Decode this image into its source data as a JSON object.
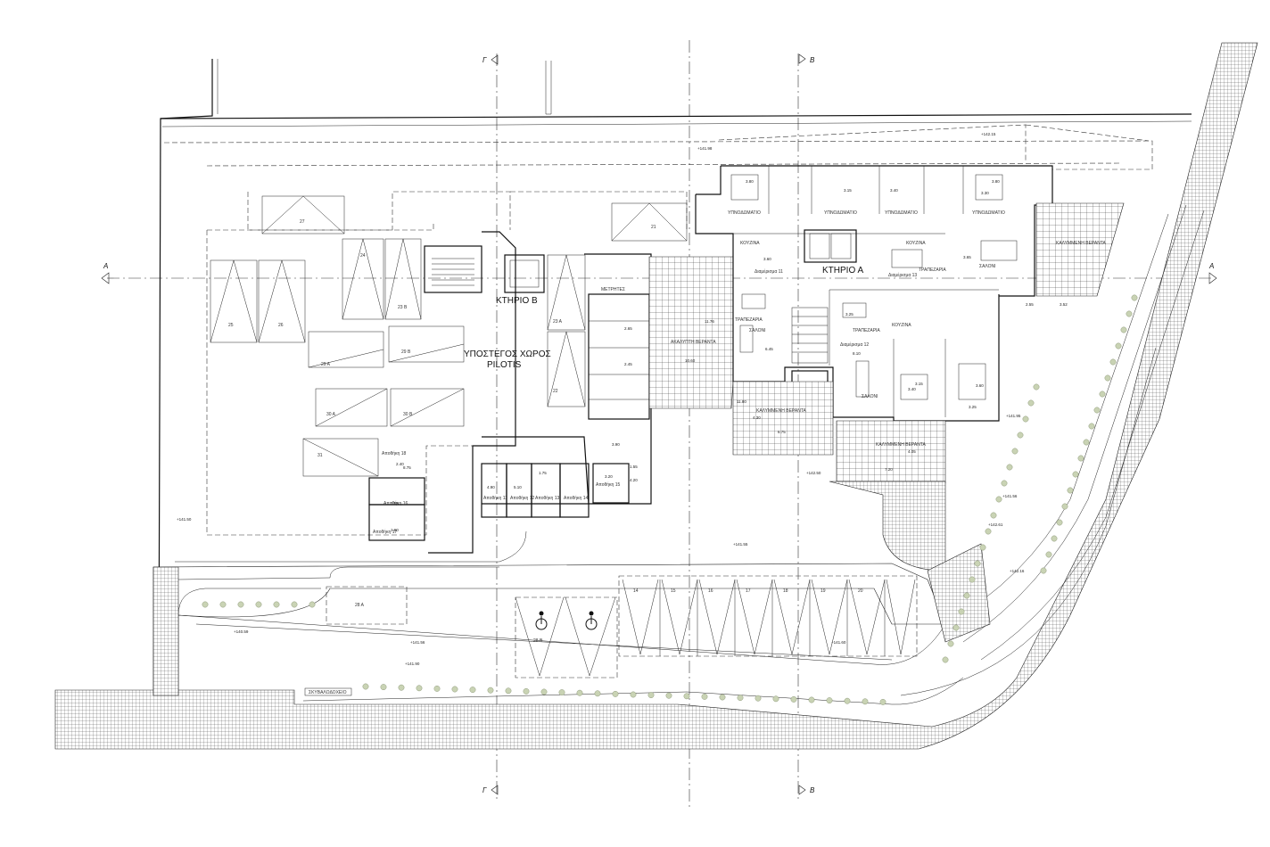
{
  "building_labels": {
    "building_b": "ΚΤΗΡΙΟ Β",
    "building_a": "ΚΤΗΡΙΟ Α",
    "pilotis_1": "ΥΠΟΣΤΕΓΟΣ ΧΩΡΟΣ",
    "pilotis_2": "PILOTIS"
  },
  "section_marks": {
    "a_left": "A",
    "a_right": "A",
    "g_top": "Γ",
    "g_bottom": "Γ",
    "b_top": "B",
    "b_bottom": "B"
  },
  "room_labels": {
    "kitchen_1": "ΚΟΥΖΙΝΑ",
    "kitchen_2": "ΚΟΥΖΙΝΑ",
    "kitchen_3": "ΚΟΥΖΙΝΑ",
    "dining_1": "ΤΡΑΠΕΖΑΡΙΑ",
    "dining_2": "ΤΡΑΠΕΖΑΡΙΑ",
    "dining_3": "ΤΡΑΠΕΖΑΡΙΑ",
    "living_1": "ΣΑΛΟΝΙ",
    "living_2": "ΣΑΛΟΝΙ",
    "living_3": "ΣΑΛΟΝΙ",
    "bedroom_1": "ΥΠΝΟΔΩΜΑΤΙΟ",
    "bedroom_2": "ΥΠΝΟΔΩΜΑΤΙΟ",
    "bedroom_3": "ΥΠΝΟΔΩΜΑΤΙΟ",
    "bedroom_4": "ΥΠΝΟΔΩΜΑΤΙΟ",
    "flat_11": "Διαμέρισμα 11",
    "flat_12": "Διαμέρισμα 12",
    "flat_13": "Διαμέρισμα 13",
    "veranda_1": "ΚΑΛΥΜΜΕΝΗ ΒΕΡΑΝΤΑ",
    "veranda_2": "ΚΑΛΥΜΜΕΝΗ ΒΕΡΑΝΤΑ",
    "veranda_3": "ΚΑΛΥΜΜΕΝΗ ΒΕΡΑΝΤΑ",
    "uncovered_veranda": "ΑΚΑΛΥΠΤΗ ΒΕΡΑΝΤΑ",
    "meters": "ΜΕΤΡΗΤΕΣ",
    "transformer": "ΣΚΥΒΑΛΟΔΟΧΕΙΟ"
  },
  "parking_spaces": [
    "14",
    "15",
    "16",
    "17",
    "18",
    "19",
    "20",
    "21",
    "22",
    "23 Α",
    "23 Β",
    "24",
    "25",
    "26",
    "27",
    "28 Α",
    "28 Β",
    "29 Α",
    "29 Β",
    "30 Α",
    "30 Β",
    "31"
  ],
  "storage_units": [
    "Αποθήκη 11",
    "Αποθήκη 12",
    "Αποθήκη 13",
    "Αποθήκη 14",
    "Αποθήκη 15",
    "Αποθήκη 16",
    "Αποθήκη 17",
    "Αποθήκη 18"
  ],
  "dimensions": [
    "3.80",
    "3.15",
    "3.40",
    "3.80",
    "3.30",
    "3.65",
    "4.43",
    "6.45",
    "2.55",
    "3.52",
    "3.60",
    "6.45",
    "3.25",
    "8.10",
    "3.15",
    "3.40",
    "3.60",
    "3.25",
    "4.30",
    "6.75",
    "7.20",
    "4.05",
    "2.65",
    "2.45",
    "3.20",
    "5.10",
    "4.90",
    "4.20",
    "1.55",
    "1.60",
    "3.90",
    "1.75",
    "1.55",
    "2.40",
    "8.75",
    "11.76",
    "10.60",
    "11.80"
  ],
  "levels": [
    "+142.15",
    "+141.90",
    "+141.56",
    "+140.59",
    "+141.95",
    "+142.50",
    "+141.98",
    "+142.16",
    "+141.56",
    "+142.61",
    "+141.55",
    "+141.60",
    "+141.50"
  ],
  "colors": {
    "line": "#111111",
    "tree_fill": "#c9d3b4",
    "background": "#ffffff"
  }
}
